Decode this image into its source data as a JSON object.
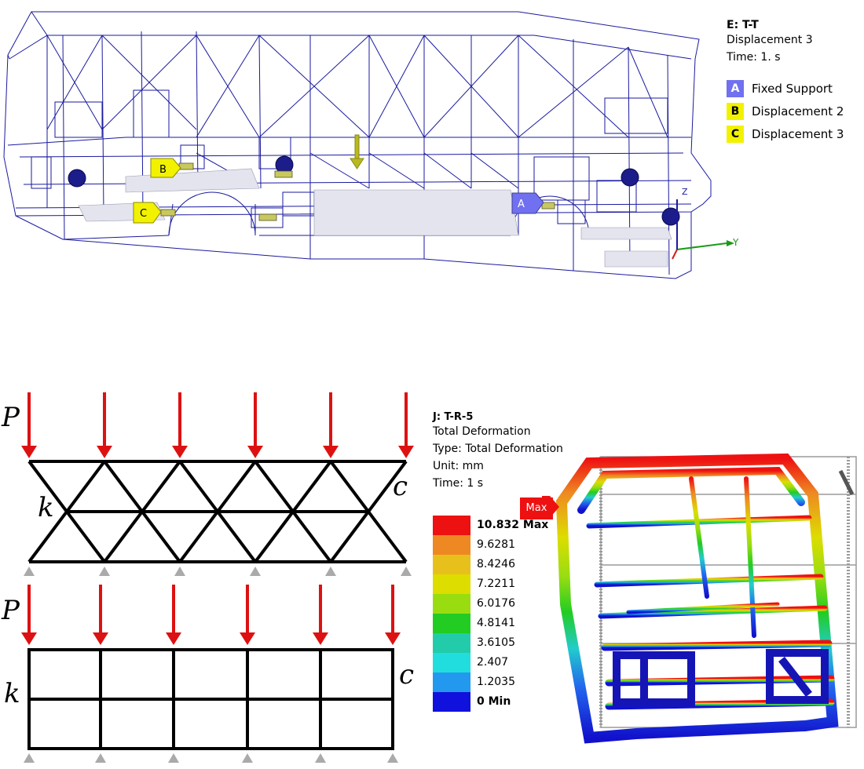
{
  "top_panel": {
    "title": "E: T-T",
    "line1": "Displacement 3",
    "line2": "Time: 1. s",
    "legend": [
      {
        "key": "A",
        "label": "Fixed Support",
        "color": "#7070f0",
        "text_color": "#ffffff"
      },
      {
        "key": "B",
        "label": "Displacement 2",
        "color": "#f2f200",
        "text_color": "#000000"
      },
      {
        "key": "C",
        "label": "Displacement 3",
        "color": "#f2f200",
        "text_color": "#000000"
      }
    ],
    "axis_y": "Y",
    "axis_z": "Z",
    "tags": {
      "a": "A",
      "b": "B",
      "c": "C"
    }
  },
  "diagrams": {
    "load_label": "P",
    "k_label": "k",
    "c_label": "c",
    "colors": {
      "load": "#dd1111",
      "member": "#000000",
      "support": "#aaaaaa"
    }
  },
  "results": {
    "title": "J: T-R-5",
    "line1": "Total Deformation",
    "line2": "Type: Total Deformation",
    "line3": "Unit: mm",
    "line4": "Time: 1 s",
    "max_tag": "Max",
    "scale": [
      {
        "label": "10.832 Max",
        "color": "#ee1111",
        "bold": true
      },
      {
        "label": "9.6281",
        "color": "#ee8822",
        "bold": false
      },
      {
        "label": "8.4246",
        "color": "#e8c01c",
        "bold": false
      },
      {
        "label": "7.2211",
        "color": "#dddd00",
        "bold": false
      },
      {
        "label": "6.0176",
        "color": "#99dd11",
        "bold": false
      },
      {
        "label": "4.8141",
        "color": "#22cc22",
        "bold": false
      },
      {
        "label": "3.6105",
        "color": "#22ccaa",
        "bold": false
      },
      {
        "label": "2.407",
        "color": "#22dddd",
        "bold": false
      },
      {
        "label": "1.2035",
        "color": "#2299ee",
        "bold": false
      },
      {
        "label": "0 Min",
        "color": "#1111dd",
        "bold": true
      }
    ]
  }
}
